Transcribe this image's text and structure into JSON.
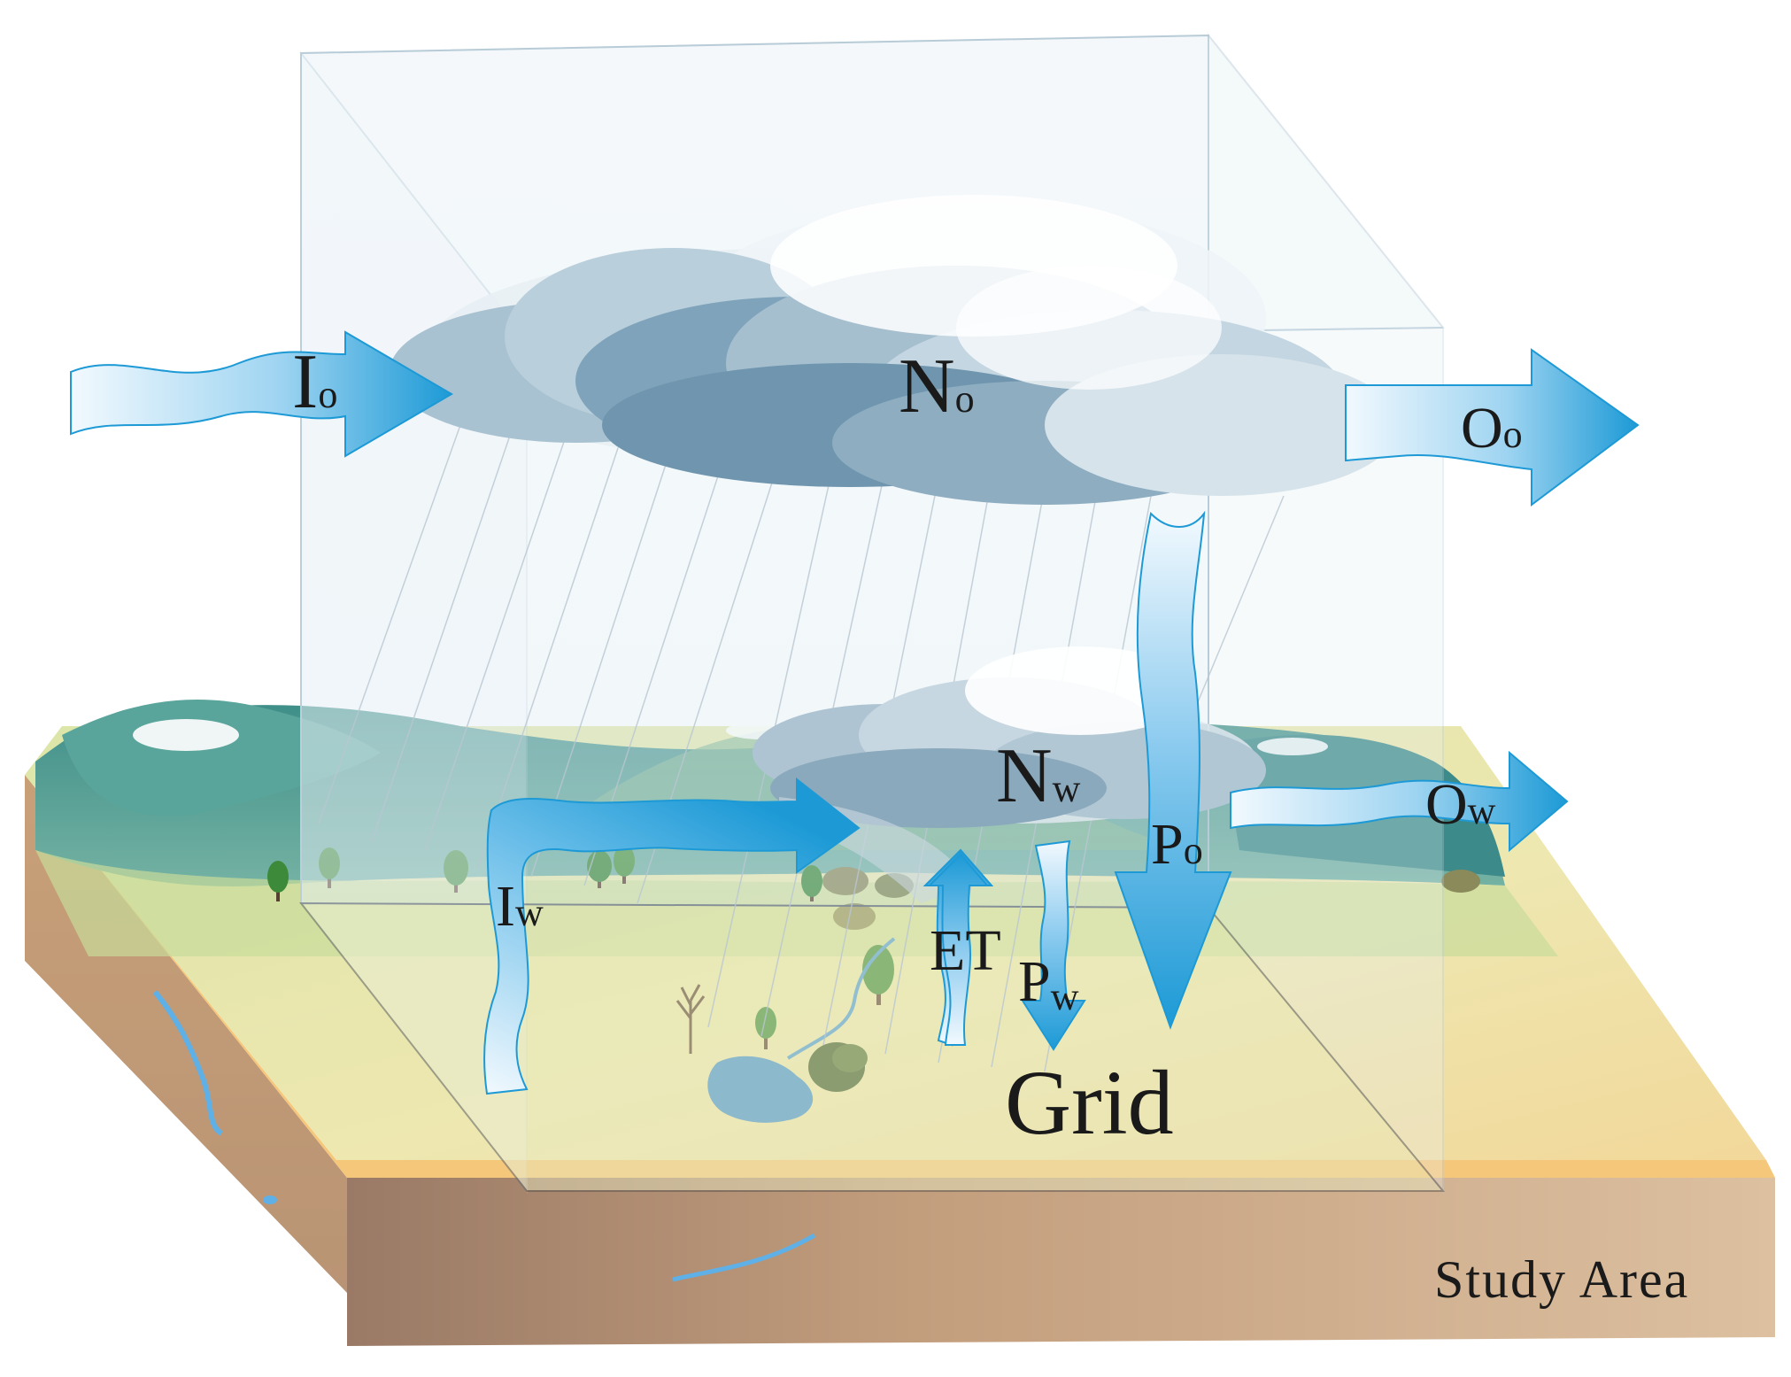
{
  "labels": {
    "inflow_outside": {
      "main": "I",
      "sub": "o"
    },
    "outflow_outside": {
      "main": "O",
      "sub": "o"
    },
    "cloud_outside": {
      "main": "N",
      "sub": "o"
    },
    "cloud_within": {
      "main": "N",
      "sub": "w"
    },
    "inflow_within": {
      "main": "I",
      "sub": "w"
    },
    "outflow_within": {
      "main": "O",
      "sub": "w"
    },
    "precip_outside": {
      "main": "P",
      "sub": "o"
    },
    "precip_within": {
      "main": "P",
      "sub": "w"
    },
    "evapotranspiration": "ET",
    "grid": "Grid",
    "study_area": "Study Area"
  },
  "colors": {
    "arrow_fill": "#1d9ad6",
    "arrow_light": "#e8f4fc",
    "cube_edge": "#b8ccd8",
    "ground_top": "#e7e2a6",
    "soil_side": "#c79e78",
    "hills": "#4f9e96",
    "cloud": "#8fb3c8",
    "water": "#3f8fd0"
  }
}
